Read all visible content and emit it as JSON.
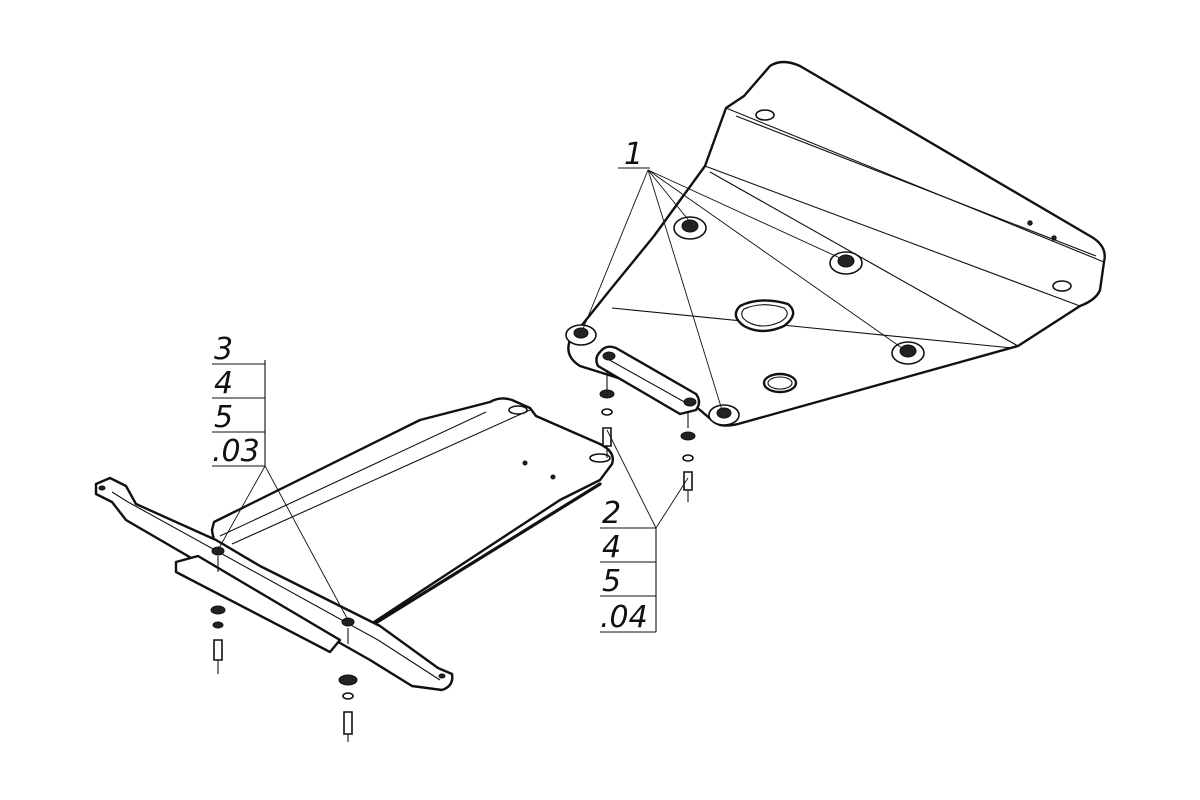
{
  "callouts": {
    "plate_parts": {
      "label": "1"
    },
    "front_stack": [
      "3",
      "4",
      "5",
      ".03"
    ],
    "rear_stack": [
      "2",
      "4",
      "5",
      ".04"
    ]
  },
  "colors": {
    "line": "#111111",
    "background": "#ffffff"
  }
}
